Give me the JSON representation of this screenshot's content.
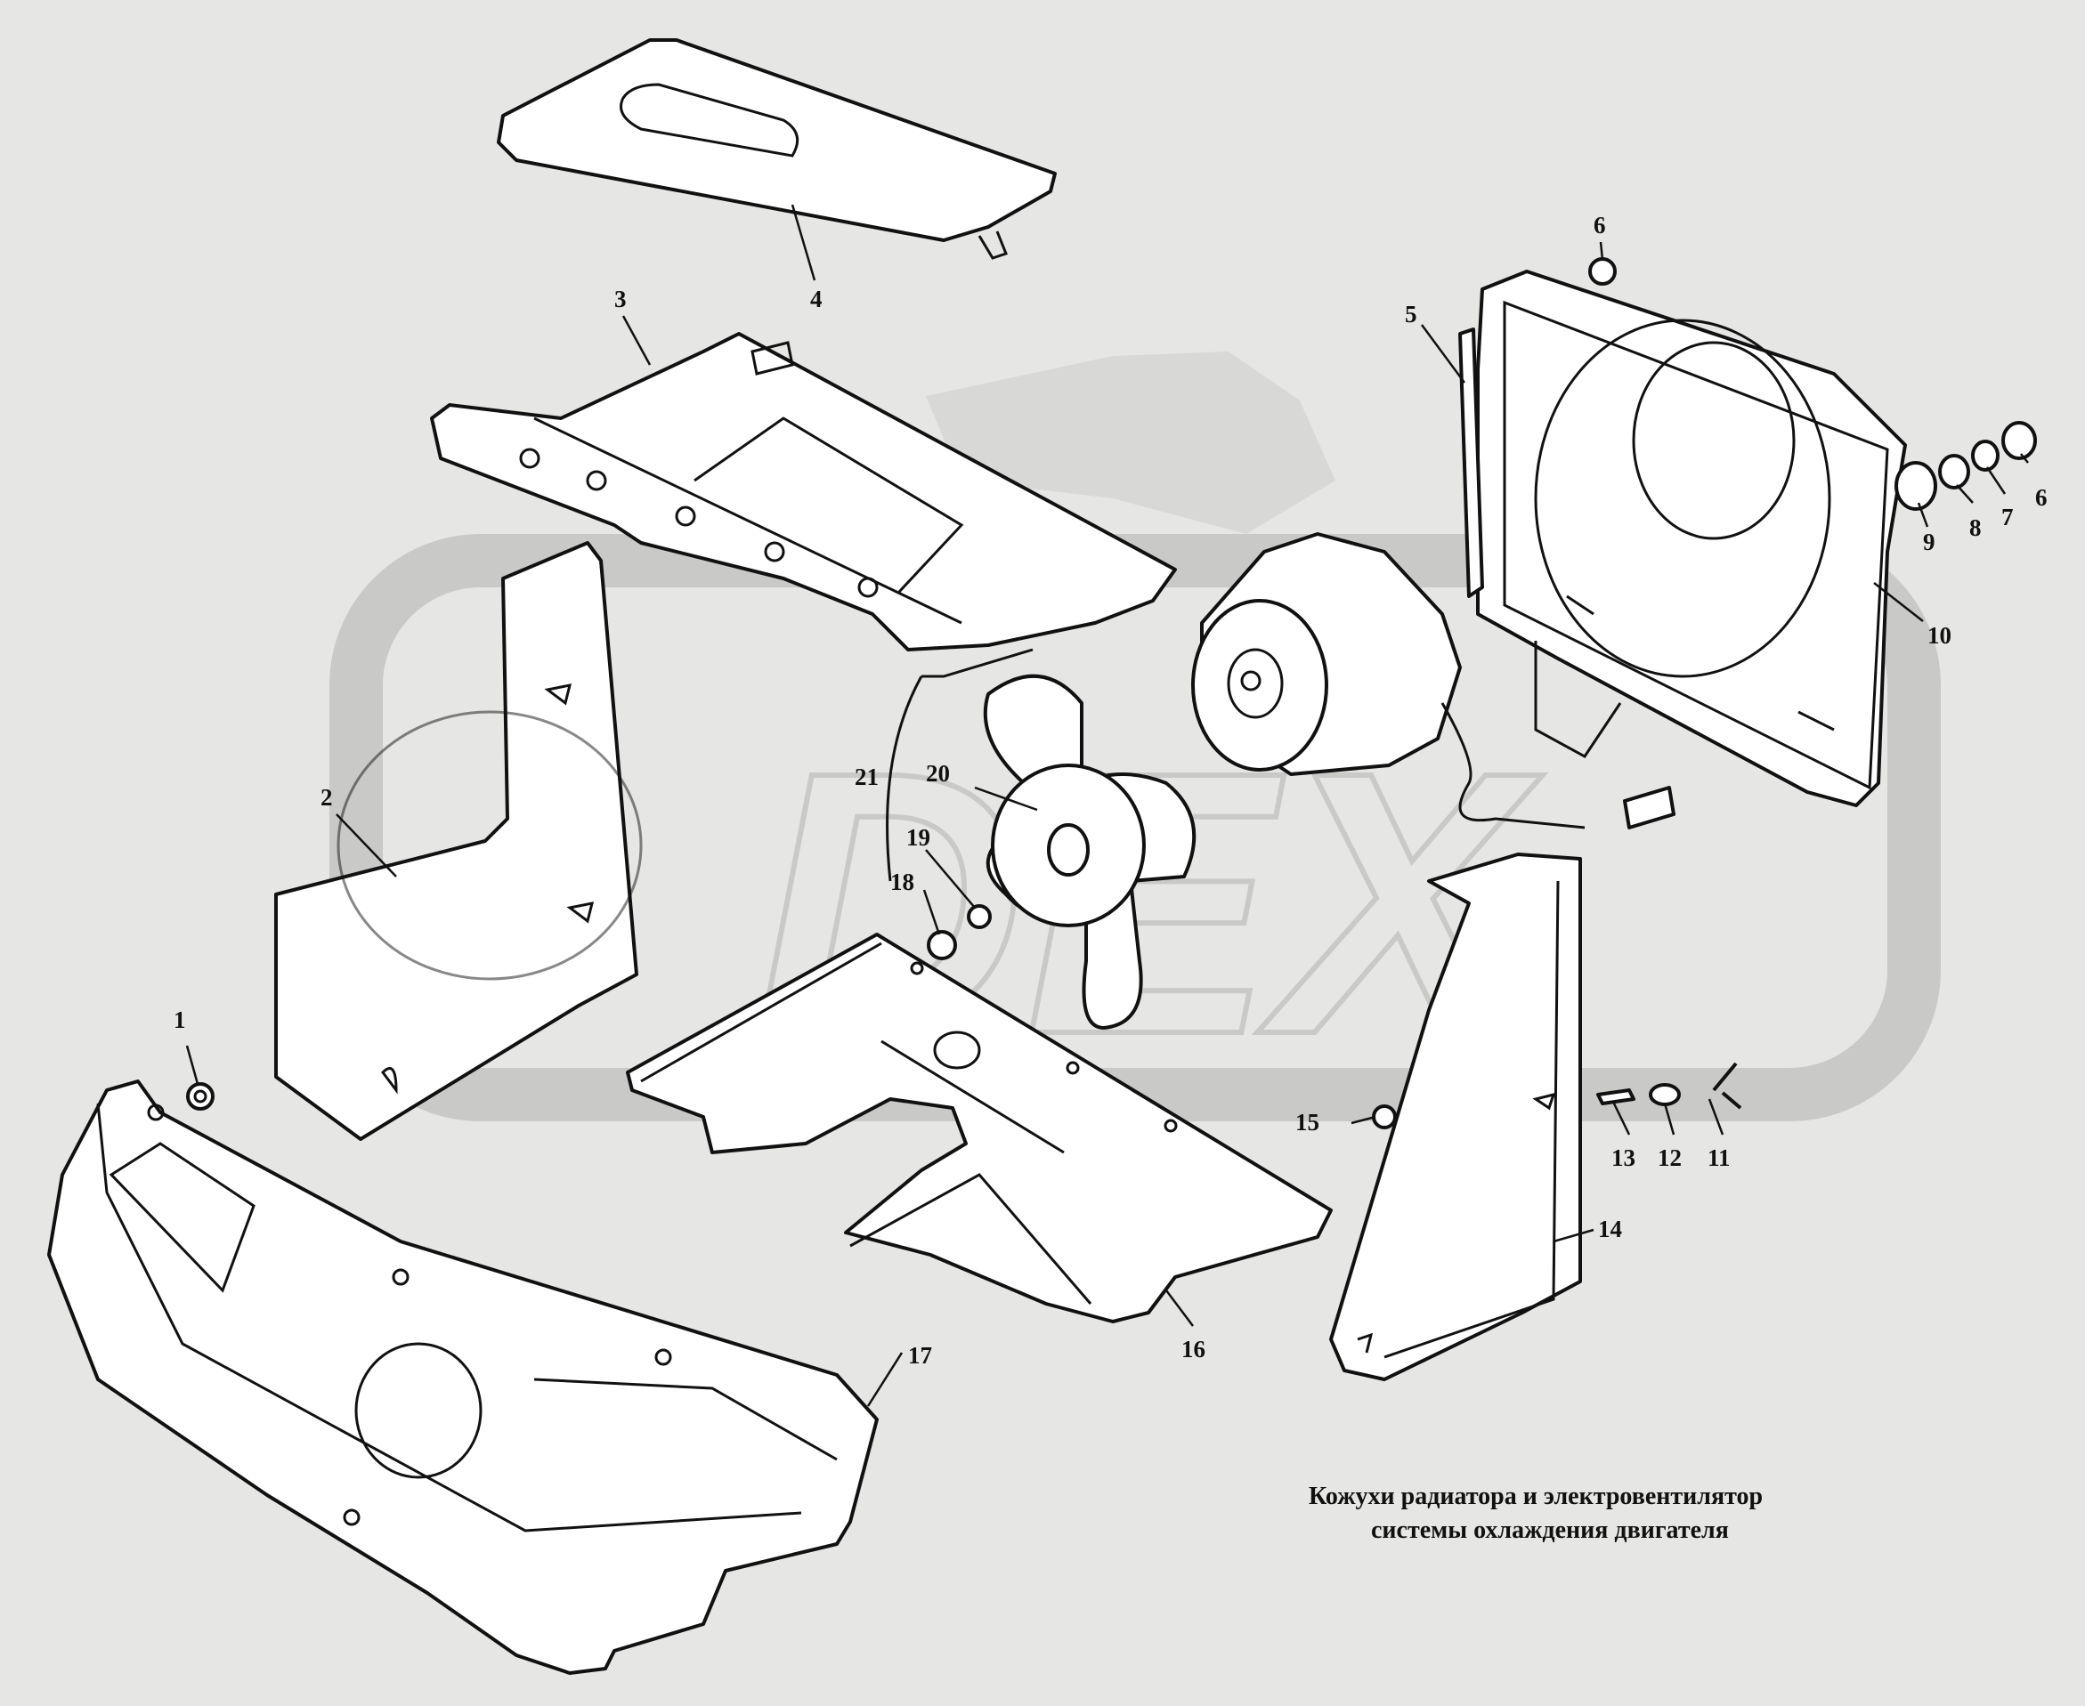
{
  "caption": {
    "line1": "Кожухи радиатора и электровентилятор",
    "line2": "системы охлаждения двигателя"
  },
  "callouts": [
    {
      "id": "c1",
      "label": "1"
    },
    {
      "id": "c2",
      "label": "2"
    },
    {
      "id": "c3",
      "label": "3"
    },
    {
      "id": "c4",
      "label": "4"
    },
    {
      "id": "c5",
      "label": "5"
    },
    {
      "id": "c6a",
      "label": "6"
    },
    {
      "id": "c6b",
      "label": "6"
    },
    {
      "id": "c7",
      "label": "7"
    },
    {
      "id": "c8",
      "label": "8"
    },
    {
      "id": "c9",
      "label": "9"
    },
    {
      "id": "c10",
      "label": "10"
    },
    {
      "id": "c11",
      "label": "11"
    },
    {
      "id": "c12",
      "label": "12"
    },
    {
      "id": "c13",
      "label": "13"
    },
    {
      "id": "c14",
      "label": "14"
    },
    {
      "id": "c15",
      "label": "15"
    },
    {
      "id": "c16",
      "label": "16"
    },
    {
      "id": "c17",
      "label": "17"
    },
    {
      "id": "c18",
      "label": "18"
    },
    {
      "id": "c19",
      "label": "19"
    },
    {
      "id": "c20",
      "label": "20"
    },
    {
      "id": "c21",
      "label": "21"
    }
  ],
  "watermark": {
    "text": "DEX"
  }
}
